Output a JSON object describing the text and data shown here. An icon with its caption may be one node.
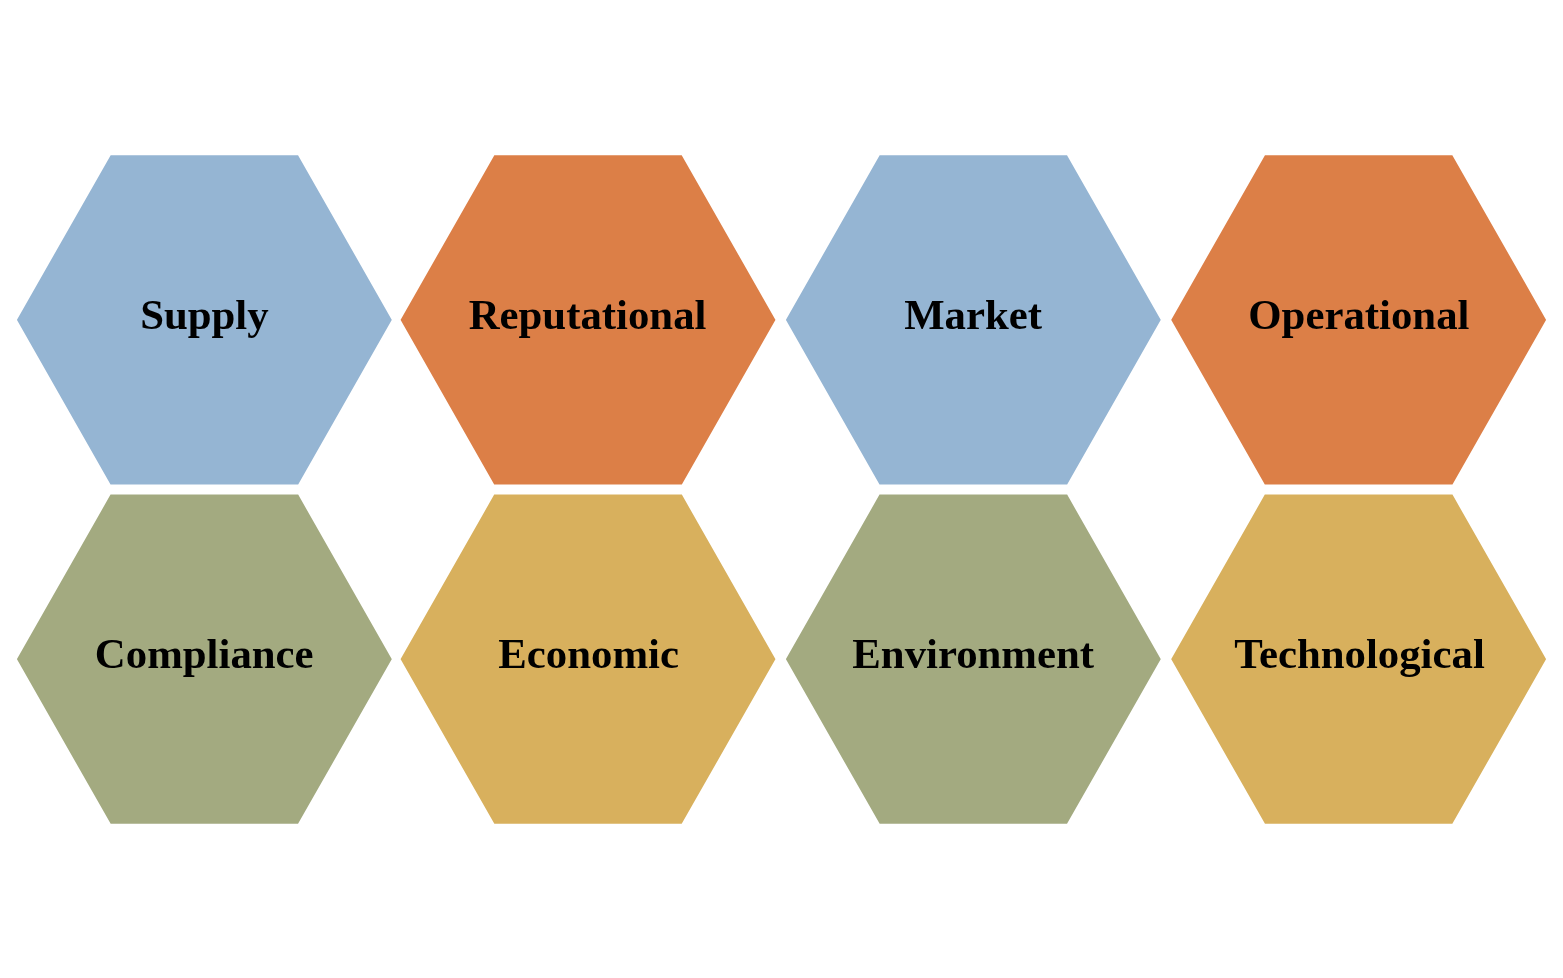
{
  "diagram": {
    "nodes": [
      {
        "text": [
          "Supply"
        ]
      },
      {
        "text": [
          "Market"
        ]
      },
      {
        "text": [
          "Reputational"
        ]
      },
      {
        "text": [
          "Operational"
        ]
      },
      {
        "text": [
          "Compliance"
        ]
      },
      {
        "text": [
          "Environment"
        ]
      },
      {
        "text": [
          "Economic"
        ]
      },
      {
        "text": [
          "Technological"
        ]
      }
    ]
  }
}
